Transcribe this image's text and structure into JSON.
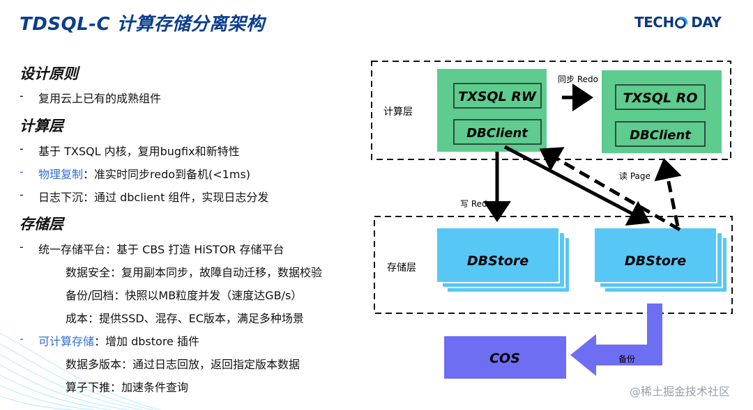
{
  "title": "TDSQL-C 计算存储分离架构",
  "logo": {
    "left": "TECH",
    "right": "DAY"
  },
  "left": {
    "s1": "设计原则",
    "s1_items": [
      "复用云上已有的成熟组件"
    ],
    "s2": "计算层",
    "s2_items": [
      {
        "text": "基于 TXSQL 内核，复用bugfix和新特性"
      },
      {
        "accent": "物理复制",
        "text": "：准实时同步redo到备机(<1ms)"
      },
      {
        "text": "日志下沉：通过 dbclient 组件，实现日志分发"
      }
    ],
    "s3": "存储层",
    "s3_item1": "统一存储平台：基于 CBS 打造 HiSTOR 存储平台",
    "s3_sub1": [
      "数据安全：复用副本同步，故障自动迁移，数据校验",
      "备份/回档：快照以MB粒度并发（速度达GB/s）",
      "成本：提供SSD、混存、EC版本，满足多种场景"
    ],
    "s3_item2_accent": "可计算存储",
    "s3_item2_text": "：增加 dbstore 插件",
    "s3_sub2": [
      "数据多版本：通过日志回放，返回指定版本数据",
      "算子下推：加速条件查询"
    ]
  },
  "diagram": {
    "compute_layer": "计算层",
    "storage_layer": "存储层",
    "rw_title": "TXSQL RW",
    "rw_client": "DBClient",
    "ro_title": "TXSQL RO",
    "ro_client": "DBClient",
    "sync_label": "同步 Redo",
    "write_label": "写 Redo",
    "read_label": "读 Page",
    "backup_label": "备份",
    "store1": "DBStore",
    "store2": "DBStore",
    "cos": "COS",
    "colors": {
      "green": "#5dcc8e",
      "blue": "#57c7f5",
      "purple": "#6e6ef2"
    }
  },
  "watermark": "@稀土掘金技术社区"
}
